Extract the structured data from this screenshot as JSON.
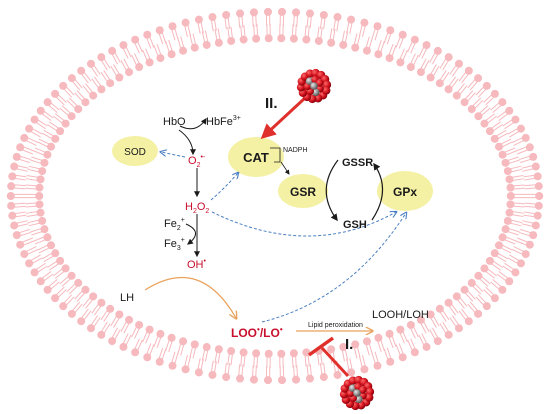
{
  "colors": {
    "membrane": "#f6b9bd",
    "enzyme_fill": "#f4f1a5",
    "reactive_red": "#c8102e",
    "dashed_blue": "#4a7fc1",
    "orange_arrow": "#e9a25c",
    "inhibitor_red": "#e0302b"
  },
  "nodes": {
    "hbo": "HbO",
    "hbfe": "HbFe",
    "hbfe_sup": "3+",
    "o2": "O",
    "o2_sub": "2",
    "o2_sup": "•-",
    "h2o2_a": "H",
    "h2o2_sub1": "2",
    "h2o2_b": "O",
    "h2o2_sub2": "2",
    "fe2": "Fe",
    "fe2_sub": "2",
    "fe2_sup": "+",
    "fe3": "Fe",
    "fe3_sub": "3",
    "fe3_sup": "+",
    "oh": "OH",
    "oh_sup": "•",
    "lh": "LH",
    "loo": "LOO",
    "loo_sup": "•",
    "slash_lo": "/LO",
    "lo_sup": "•",
    "looh": "LOOH/LOH",
    "lipid_perox": "Lipid peroxidation",
    "nadph": "NADPH",
    "gssr": "GSSR",
    "gsh": "GSH"
  },
  "enzymes": {
    "sod": "SOD",
    "cat": "CAT",
    "gsr": "GSR",
    "gpx": "GPx"
  },
  "markers": {
    "site_one": "I.",
    "site_two": "II."
  }
}
